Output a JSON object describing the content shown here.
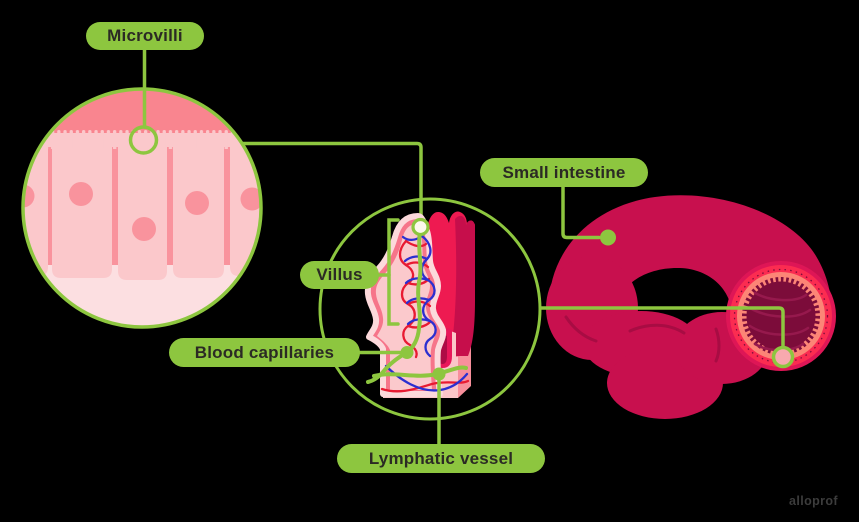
{
  "labels": {
    "microvilli": "Microvilli",
    "villus": "Villus",
    "blood_capillaries": "Blood capillaries",
    "lymphatic_vessel": "Lymphatic vessel",
    "small_intestine": "Small intestine"
  },
  "watermark": "alloprof",
  "colors": {
    "background": "#000000",
    "accent_green": "#8dc63f",
    "label_text": "#2b2a24",
    "band_pink": "#f9858f",
    "cell_pink_light": "#fbc8cb",
    "cell_pink_medium": "#f9939d",
    "pale_pink": "#fcdfe1",
    "villus_salmon": "#f6758a",
    "villus_halo": "#fcd9db",
    "villus_inner_pink": "#fbc9cc",
    "back_villi_red": "#ee1a51",
    "back_villi_dark": "#c60e4b",
    "intestine_crimson": "#c8104e",
    "cross_section_ring_red": "#fb2c51",
    "cross_section_salmon": "#fc8576",
    "cross_section_maroon": "#7c0c3a",
    "capillary_blue": "#2b2fd0",
    "capillary_red": "#e81a32"
  }
}
